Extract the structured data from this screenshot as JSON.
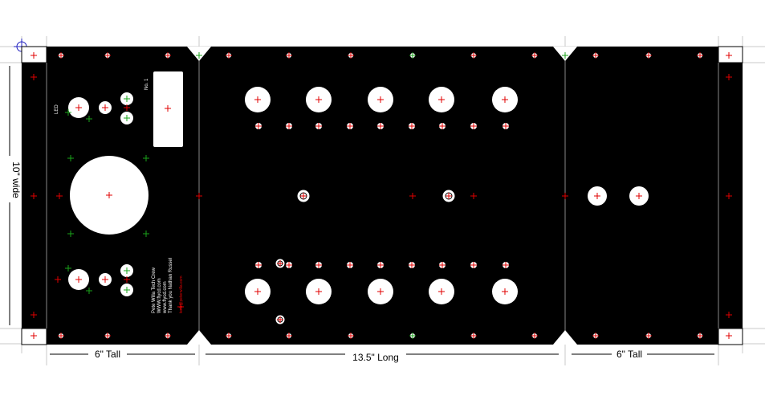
{
  "dimensions": {
    "left_tall": "6\" Tall",
    "length": "13.5\" Long",
    "right_tall": "6\" Tall",
    "width": "10\" wide"
  },
  "panel": {
    "label_led": "LED",
    "label_top": "No. 1",
    "credit_lines": [
      "Pete Willa Tech Crew",
      "WWW.flycd.com",
      "www.flycd.com",
      "Thank you Nathan Russel"
    ],
    "red_line": "tech@peterwilla.com"
  },
  "colors": {
    "panel": "#000000",
    "hole": "#ffffff",
    "mark": "#e00000",
    "green": "#1aa31a",
    "guide": "#c8c8c8"
  }
}
